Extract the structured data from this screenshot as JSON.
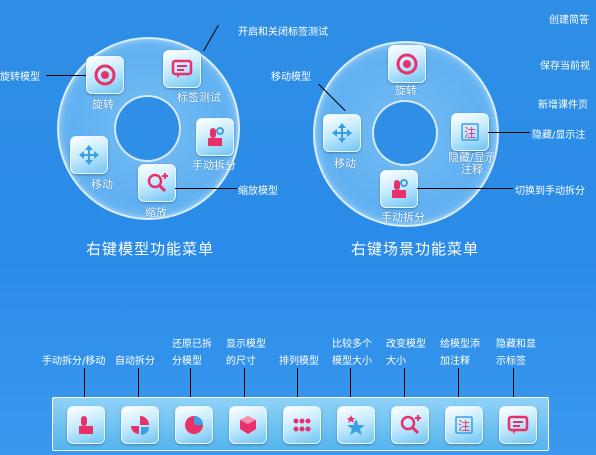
{
  "left_menu": {
    "title": "右键模型功能菜单",
    "items": {
      "rotate": "旋转",
      "label_test": "标签测试",
      "split": "手动拆分",
      "scale": "缩放",
      "move": "移动"
    },
    "annotations": {
      "rotate": "旋转模型",
      "label_test": "开启和关闭标签测试",
      "scale": "缩放模型"
    }
  },
  "right_menu": {
    "title": "右键场景功能菜单",
    "items": {
      "rotate": "旋转",
      "move": "移动",
      "hide_show_notes": "隐藏/显示注释",
      "split": "手动拆分"
    },
    "annotations": {
      "move": "移动模型",
      "hide_show_notes": "隐藏/显示注",
      "split": "切换到手动拆分"
    }
  },
  "side_annotations": [
    "创建简答",
    "保存当前视",
    "新增课件页"
  ],
  "toolbar": {
    "labels": [
      "手动拆分/移动",
      "自动拆分",
      "还原已拆分模型",
      "显示模型的尺寸",
      "排列模型",
      "比较多个模型大小",
      "改变模型大小",
      "给模型添加注释",
      "隐藏和显示标签"
    ],
    "labels_split": [
      [
        "手动拆分/移动"
      ],
      [
        "自动拆分"
      ],
      [
        "还原已拆",
        "分模型"
      ],
      [
        "显示模型",
        "的尺寸"
      ],
      [
        "排列模型"
      ],
      [
        "比较多个",
        "模型大小"
      ],
      [
        "改变模型",
        "大小"
      ],
      [
        "给模型添",
        "加注释"
      ],
      [
        "隐藏和显",
        "示标签"
      ]
    ],
    "icons": [
      "hand-split-icon",
      "auto-split-icon",
      "restore-icon",
      "dimension-icon",
      "arrange-icon",
      "compare-icon",
      "resize-icon",
      "note-icon",
      "label-icon"
    ]
  },
  "colors": {
    "accent": "#e8306a",
    "bg": "#2f8fe6",
    "tile_light": "#c9ecff"
  }
}
